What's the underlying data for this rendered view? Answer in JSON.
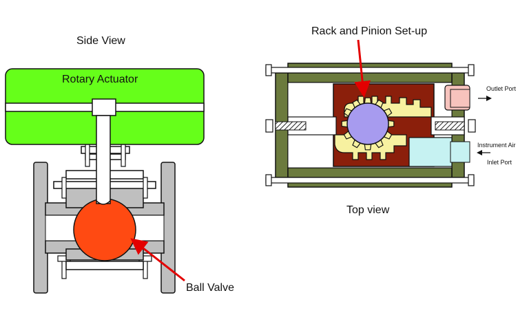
{
  "side": {
    "title": "Side View",
    "actuator_label": "Rotary Actuator",
    "ball_label": "Ball Valve"
  },
  "top": {
    "rack_label": "Rack and Pinion Set-up",
    "title": "Top view",
    "outlet_label": "Outlet Port",
    "inlet_label_line1": "Instrument Air",
    "inlet_label_line2": "Inlet Port"
  },
  "colors": {
    "actuator_green": "#66ff1a",
    "body_gray": "#bfbfbf",
    "ball_red": "#ff4a12",
    "arrow_red": "#e30000",
    "frame_olive": "#6b7a3d",
    "rack_brown": "#8b1f0b",
    "rack_yellow": "#f7f1a0",
    "pinion_purple": "#a79bef",
    "outlet_pink": "#f7c3bd",
    "inlet_cyan": "#c6f2f2"
  }
}
